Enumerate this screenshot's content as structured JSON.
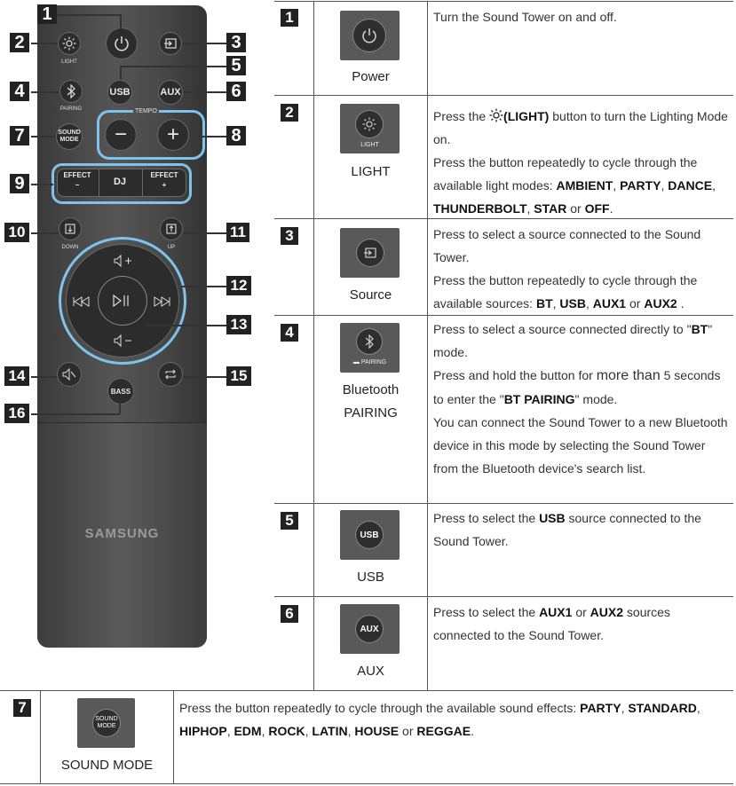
{
  "remote": {
    "light_label": "LIGHT",
    "pairing_label": "PAIRING",
    "usb": "USB",
    "aux": "AUX",
    "sound_mode_line1": "SOUND",
    "sound_mode_line2": "MODE",
    "tempo_label": "TEMPO",
    "minus": "−",
    "plus": "+",
    "effect": "EFFECT",
    "dj": "DJ",
    "down_label": "DOWN",
    "up_label": "UP",
    "bass": "BASS",
    "brand": "SAMSUNG",
    "callouts": [
      "1",
      "2",
      "3",
      "4",
      "5",
      "6",
      "7",
      "8",
      "9",
      "10",
      "11",
      "12",
      "13",
      "14",
      "15",
      "16"
    ]
  },
  "rows": [
    {
      "num": "1",
      "name": "Power",
      "icon": "power-icon"
    },
    {
      "num": "2",
      "name": "LIGHT",
      "icon": "light-icon",
      "sub": "LIGHT"
    },
    {
      "num": "3",
      "name": "Source",
      "icon": "source-icon"
    },
    {
      "num": "4",
      "name_line1": "Bluetooth",
      "name_line2": "PAIRING",
      "icon": "bluetooth-icon",
      "sub": "PAIRING"
    },
    {
      "num": "5",
      "name": "USB",
      "btn": "USB"
    },
    {
      "num": "6",
      "name": "AUX",
      "btn": "AUX"
    },
    {
      "num": "7",
      "name": "SOUND MODE",
      "btn1": "SOUND",
      "btn2": "MODE"
    }
  ],
  "descriptions": {
    "power": "Turn the Sound Tower on and off.",
    "light": {
      "p1_pre": "Press the",
      "p1_bold": "(LIGHT)",
      "p1_post": "button to turn the Lighting Mode on.",
      "p2_pre": "Press the button repeatedly to cycle through the available light modes:",
      "modes": [
        "AMBIENT",
        "PARTY",
        "DANCE",
        "THUNDERBOLT",
        "STAR",
        "OFF"
      ],
      "or": "or"
    },
    "source": {
      "p1": "Press to select a source connected to the Sound Tower.",
      "p2_pre": "Press the button repeatedly to cycle through the available sources:",
      "sources": [
        "BT",
        "USB",
        "AUX1",
        "AUX2"
      ],
      "or": "or"
    },
    "bluetooth": {
      "p1_pre": "Press to select a source connected directly to \"",
      "p1_bold": "BT",
      "p1_post": "\" mode.",
      "p2_pre": "Press and hold the button for",
      "p2_big": "more than",
      "p2_mid": "5 seconds to enter the \"",
      "p2_bold": "BT PAIRING",
      "p2_post": "\" mode.",
      "p3": "You can connect the Sound Tower to a new Bluetooth device in this mode by selecting the Sound Tower from the Bluetooth device's search list."
    },
    "usb": {
      "pre": "Press to select the",
      "bold": "USB",
      "post": "source connected to the Sound Tower."
    },
    "aux": {
      "pre": "Press to select the",
      "bold1": "AUX1",
      "or": "or",
      "bold2": "AUX2",
      "post": "sources connected to the Sound Tower."
    },
    "sound_mode": {
      "pre": "Press the button repeatedly to cycle through the available sound effects:",
      "effects": [
        "PARTY",
        "STANDARD",
        "HIPHOP",
        "EDM",
        "ROCK",
        "LATIN",
        "HOUSE",
        "REGGAE"
      ],
      "or": "or"
    }
  },
  "colors": {
    "callout_bg": "#222222",
    "highlight_ring": "#7ec3ec",
    "icon_box": "#595959"
  }
}
